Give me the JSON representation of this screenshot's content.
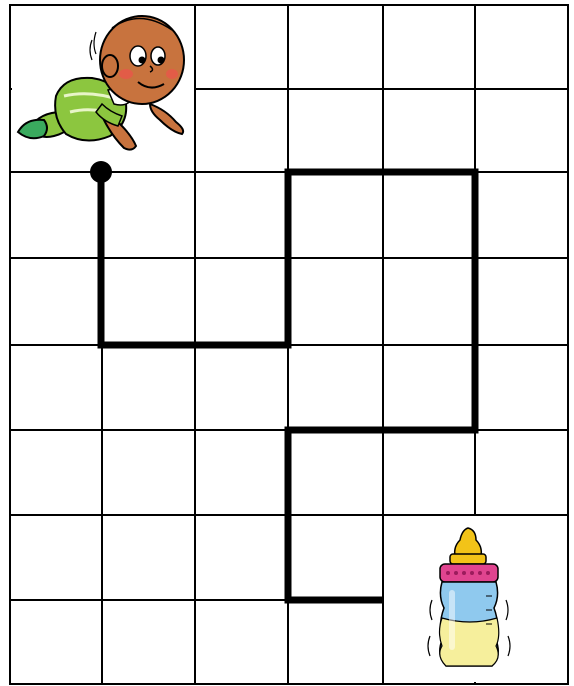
{
  "puzzle": {
    "grid": {
      "columns": 6,
      "rows": 8
    },
    "start": {
      "picture": "crawling-baby",
      "cell_col": 0,
      "cell_row": 0
    },
    "goal": {
      "picture": "baby-bottle",
      "cell_col": 4,
      "cell_row": 6
    },
    "path_cells": [
      [
        1,
        2
      ],
      [
        1,
        3
      ],
      [
        2,
        4
      ],
      [
        3,
        4
      ],
      [
        3,
        3
      ],
      [
        3,
        2
      ],
      [
        4,
        2
      ],
      [
        5,
        2
      ],
      [
        5,
        3
      ],
      [
        5,
        4
      ],
      [
        4,
        5
      ],
      [
        3,
        5
      ],
      [
        3,
        6
      ],
      [
        3,
        7
      ]
    ],
    "colors": {
      "grid_line": "#000000",
      "path": "#000000",
      "background": "#ffffff",
      "baby_skin": "#c8733e",
      "baby_suit": "#8cc63f",
      "baby_sock": "#3aaa5e",
      "bottle_nipple": "#f2c318",
      "bottle_cap": "#e0448f",
      "bottle_body": "#8fc9ee",
      "bottle_milk": "#f6ef9c"
    }
  }
}
